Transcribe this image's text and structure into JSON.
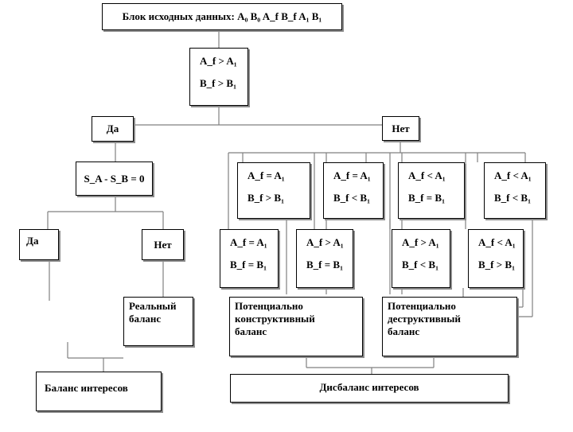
{
  "source": {
    "text": "Блок исходных данных: A₀ B₀ A_f B_f A₁ B₁"
  },
  "cond_top": {
    "line1": "A_f > A₁",
    "line2": "B_f > B₁"
  },
  "branch_yes": "Да",
  "branch_no": "Нет",
  "cond_diff": "S_A - S_B = 0",
  "yes2": "Да",
  "no2": "Нет",
  "real_balance": {
    "line1": "Реальный",
    "line2": "баланс"
  },
  "potential_constructive": {
    "line1": "Потенциально",
    "line2": "конструктивный",
    "line3": "баланс"
  },
  "potential_destructive": {
    "line1": "Потенциально",
    "line2": "деструктивный",
    "line3": "баланс"
  },
  "balance_of_interests": "Баланс интересов",
  "imbalance_of_interests": "Дисбаланс интересов",
  "cases_upper": [
    {
      "line1": "A_f = A₁",
      "line2": "B_f > B₁"
    },
    {
      "line1": "A_f = A₁",
      "line2": "B_f < B₁"
    },
    {
      "line1": "A_f < A₁",
      "line2": "B_f = B₁"
    },
    {
      "line1": "A_f < A₁",
      "line2": "B_f < B₁"
    }
  ],
  "cases_lower": [
    {
      "line1": "A_f = A₁",
      "line2": "B_f = B₁"
    },
    {
      "line1": "A_f > A₁",
      "line2": "B_f = B₁"
    },
    {
      "line1": "A_f > A₁",
      "line2": "B_f < B₁"
    },
    {
      "line1": "A_f < A₁",
      "line2": "B_f > B₁"
    }
  ],
  "colors": {
    "line": "#808080",
    "border": "#000000",
    "shadow": "#8c8c8c"
  }
}
